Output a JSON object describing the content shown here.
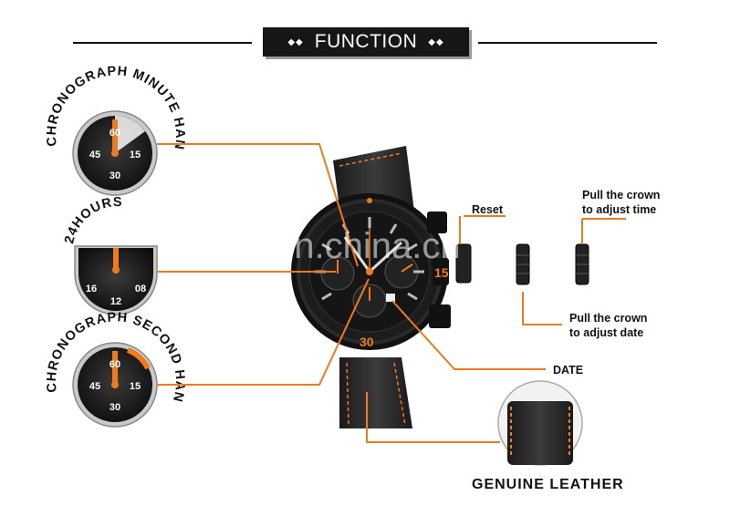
{
  "header": {
    "title": "FUNCTION",
    "diamond_left": "◆◆",
    "diamond_right": "◆◆"
  },
  "features": {
    "chrono_minute": {
      "arc_text": "CHRONOGRAPH MINUTE HAND",
      "numerals": [
        "60",
        "15",
        "30",
        "45"
      ]
    },
    "hours24": {
      "arc_text": "24HOURS",
      "numerals": [
        "16",
        "12",
        "08"
      ]
    },
    "chrono_second": {
      "arc_text": "CHRONOGRAPH SECOND HAND",
      "numerals": [
        "60",
        "15",
        "30",
        "45"
      ]
    }
  },
  "callouts": {
    "reset": "Reset",
    "crown_time_1": "Pull the crown",
    "crown_time_2": "to adjust time",
    "crown_date_1": "Pull the crown",
    "crown_date_2": "to adjust date",
    "date": "DATE",
    "leather": "GENUINE LEATHER"
  },
  "watch": {
    "bezel_marks": [
      "15",
      "30"
    ]
  },
  "watermark": "en.china.cn",
  "colors": {
    "accent": "#f07a1e",
    "dark": "#161616"
  }
}
